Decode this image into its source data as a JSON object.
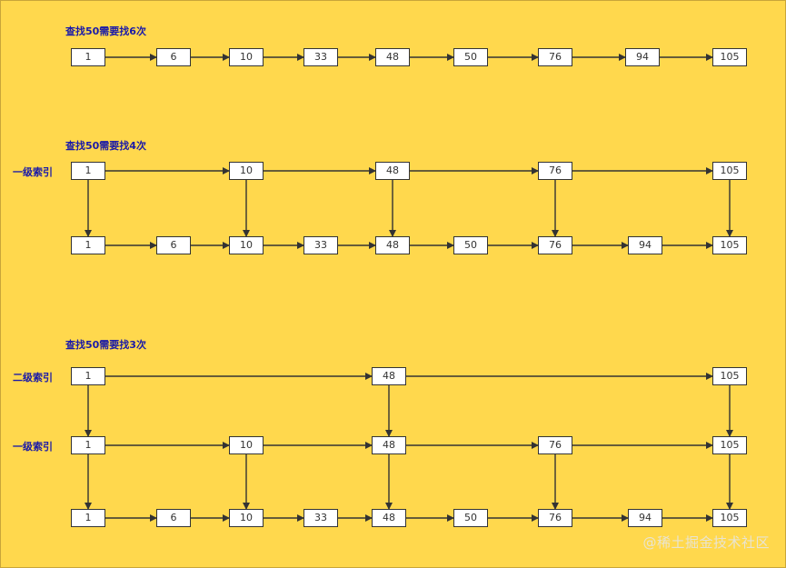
{
  "diagram": {
    "sections": [
      {
        "title": "查找50需要找6次",
        "rows": [
          {
            "label": "",
            "nodes": [
              "1",
              "6",
              "10",
              "33",
              "48",
              "50",
              "76",
              "94",
              "105"
            ]
          }
        ]
      },
      {
        "title": "查找50需要找4次",
        "rows": [
          {
            "label": "一级索引",
            "nodes": [
              "1",
              "10",
              "48",
              "76",
              "105"
            ]
          },
          {
            "label": "",
            "nodes": [
              "1",
              "6",
              "10",
              "33",
              "48",
              "50",
              "76",
              "94",
              "105"
            ]
          }
        ]
      },
      {
        "title": "查找50需要找3次",
        "rows": [
          {
            "label": "二级索引",
            "nodes": [
              "1",
              "48",
              "105"
            ]
          },
          {
            "label": "一级索引",
            "nodes": [
              "1",
              "10",
              "48",
              "76",
              "105"
            ]
          },
          {
            "label": "",
            "nodes": [
              "1",
              "6",
              "10",
              "33",
              "48",
              "50",
              "76",
              "94",
              "105"
            ]
          }
        ]
      }
    ],
    "watermark": "@稀土掘金技术社区",
    "colors": {
      "background": "#ffd84d",
      "label": "#1a1aa8",
      "line": "#333333"
    }
  }
}
